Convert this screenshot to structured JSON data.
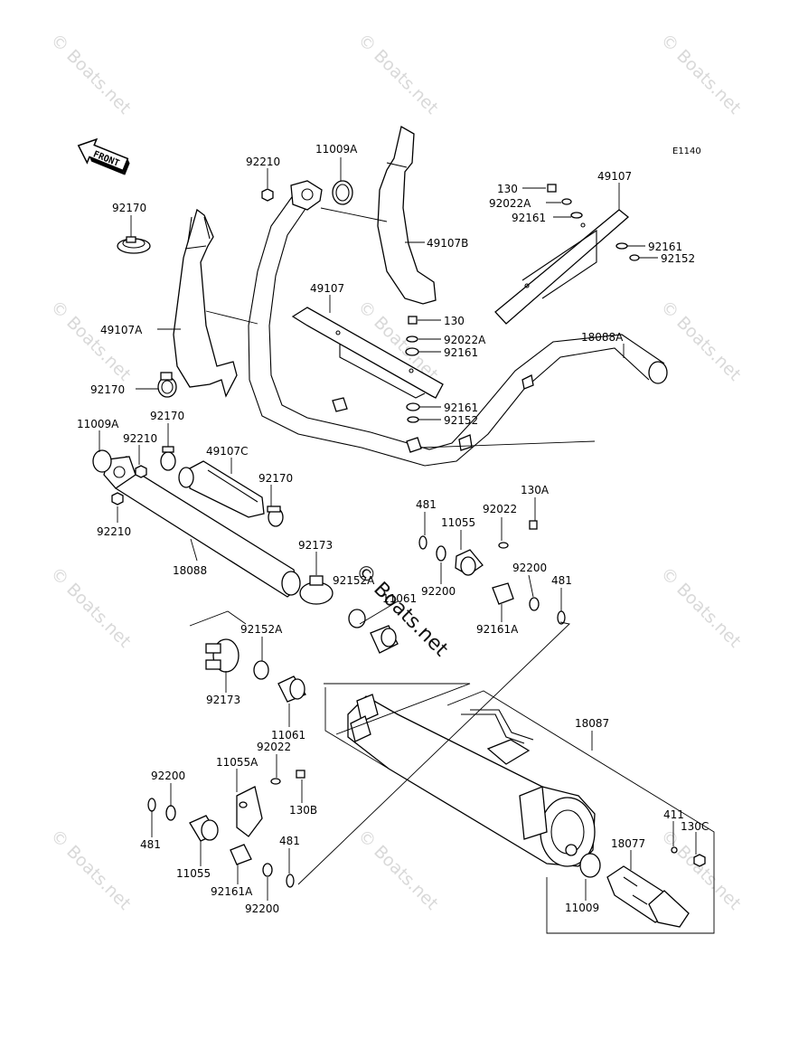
{
  "diagram_code": "E1140",
  "front_label": "FRONT",
  "watermark": "© Boats.net",
  "labels": {
    "l_92210_a": "92210",
    "l_11009a_a": "11009A",
    "l_92170_a": "92170",
    "l_49107b": "49107B",
    "l_49107a": "49107A",
    "l_92170_b": "92170",
    "l_49107_center": "49107",
    "l_130_center": "130",
    "l_92022a_center": "92022A",
    "l_92161_center_a": "92161",
    "l_92161_center_b": "92161",
    "l_92152_center": "92152",
    "l_130_right": "130",
    "l_92022a_right": "92022A",
    "l_92161_right_a": "92161",
    "l_49107_right": "49107",
    "l_92161_right_b": "92161",
    "l_92152_right": "92152",
    "l_18088a": "18088A",
    "l_11009a_b": "11009A",
    "l_92210_b": "92210",
    "l_92170_c": "92170",
    "l_49107c": "49107C",
    "l_92170_d": "92170",
    "l_92210_c": "92210",
    "l_18088": "18088",
    "l_92173_a": "92173",
    "l_92152a_a": "92152A",
    "l_11061_a": "11061",
    "l_481_a": "481",
    "l_11055_a": "11055",
    "l_92022_a": "92022",
    "l_130a": "130A",
    "l_92200_a": "92200",
    "l_92200_b": "92200",
    "l_481_b": "481",
    "l_92161a_a": "92161A",
    "l_92152a_b": "92152A",
    "l_92173_b": "92173",
    "l_11061_b": "11061",
    "l_18087": "18087",
    "l_92022_b": "92022",
    "l_11055a": "11055A",
    "l_92200_c": "92200",
    "l_130b": "130B",
    "l_481_c": "481",
    "l_481_d": "481",
    "l_11055_b": "11055",
    "l_92161a_b": "92161A",
    "l_92200_d": "92200",
    "l_411": "411",
    "l_130c": "130C",
    "l_18077": "18077",
    "l_11009": "11009"
  }
}
